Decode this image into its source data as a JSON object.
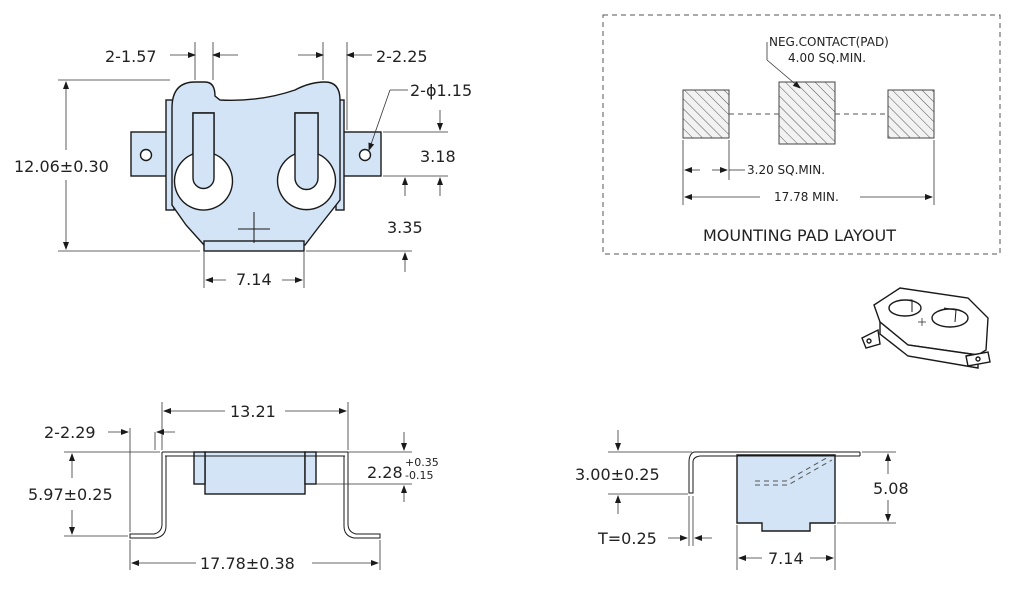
{
  "top_view": {
    "dim_pin_width": "2-1.57",
    "dim_tab_width": "2-2.25",
    "dim_hole_dia": "2-ϕ1.15",
    "dim_height": "12.06±0.30",
    "dim_tab_height": "3.18",
    "dim_tab_offset": "3.35",
    "dim_bottom_width": "7.14"
  },
  "pad_layout": {
    "title": "MOUNTING PAD LAYOUT",
    "neg_contact_line1": "NEG.CONTACT(PAD)",
    "neg_contact_line2": "4.00 SQ.MIN.",
    "dim_pad_size": "3.20 SQ.MIN.",
    "dim_span": "17.78 MIN."
  },
  "front_view": {
    "dim_top_width": "13.21",
    "dim_lead_width": "2-2.29",
    "dim_height": "5.97±0.25",
    "dim_body": "2.28",
    "dim_body_tol_plus": "+0.35",
    "dim_body_tol_minus": "-0.15",
    "dim_overall": "17.78±0.38"
  },
  "side_view": {
    "dim_height": "3.00±0.25",
    "dim_thickness": "T=0.25",
    "dim_body_height": "5.08",
    "dim_bottom": "7.14"
  },
  "colors": {
    "part_fill": "#d2e4f5",
    "outline": "#1a1a1a"
  }
}
